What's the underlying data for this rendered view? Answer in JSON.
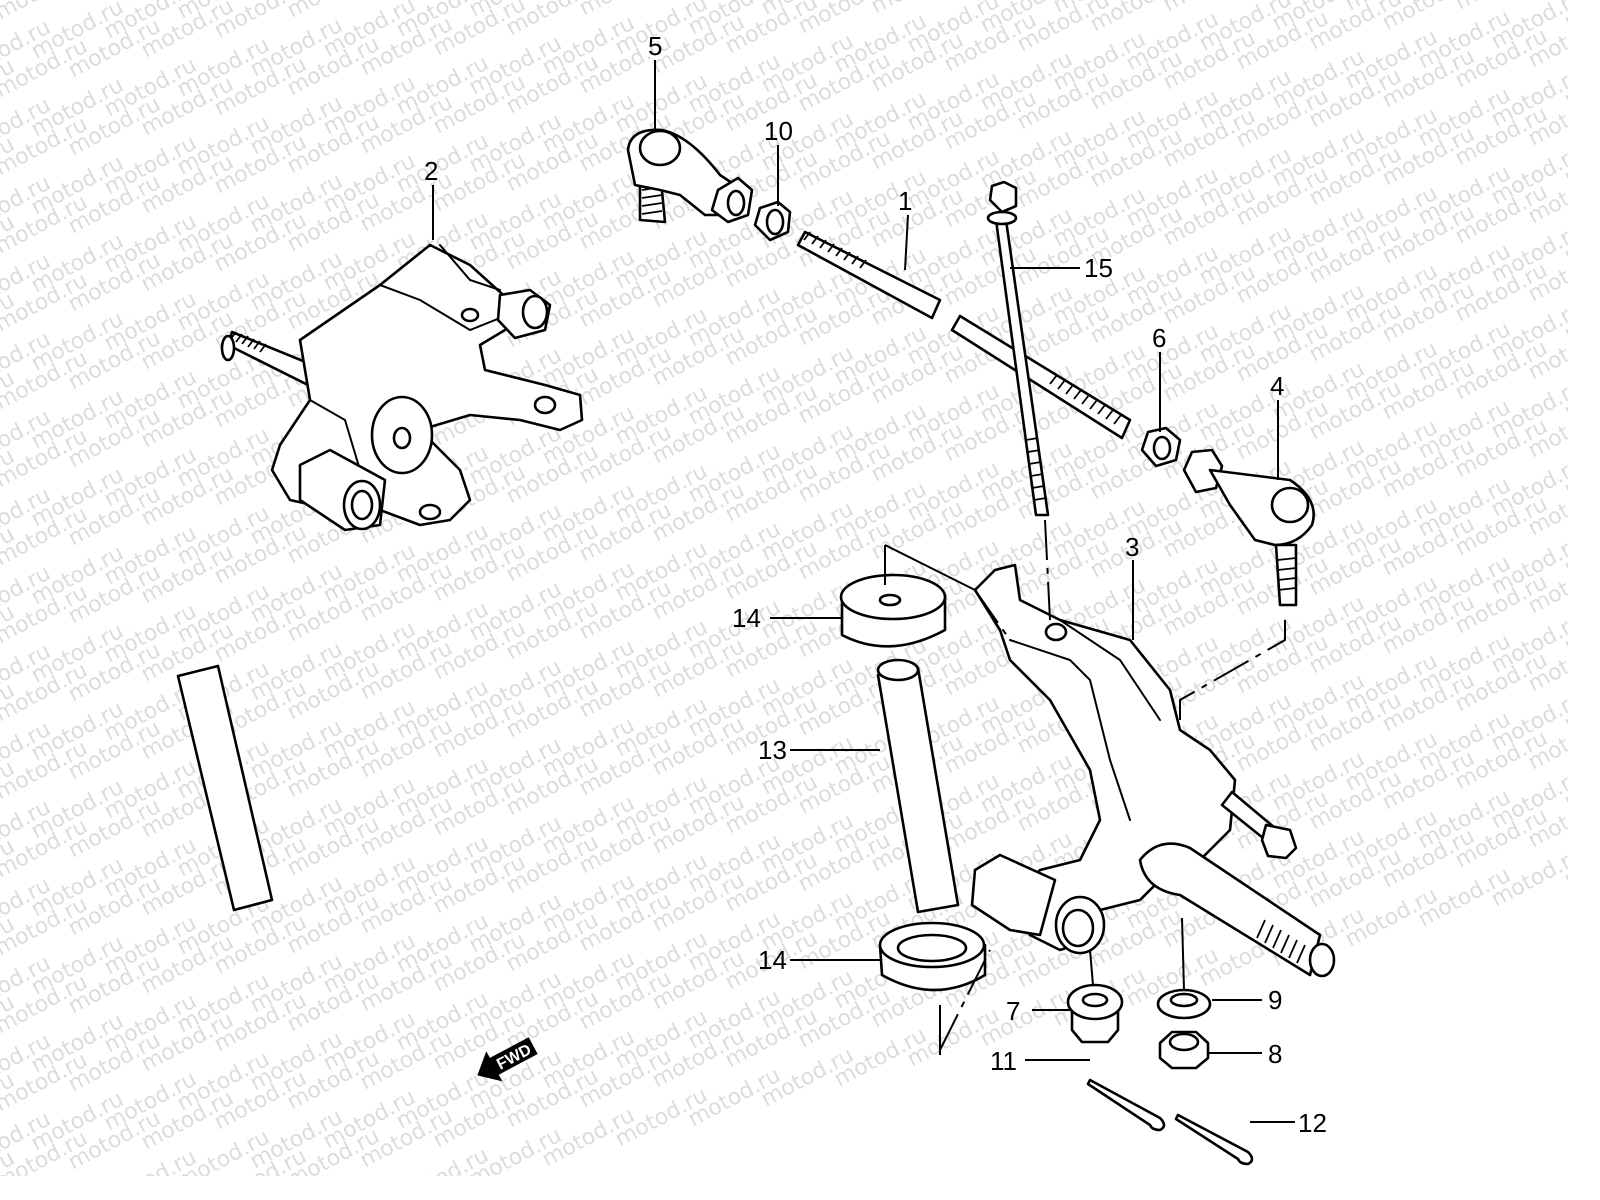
{
  "diagram": {
    "watermark_text": "motod.ru",
    "direction_indicator": "FWD",
    "callouts": [
      {
        "number": "1",
        "part": "tie-rod"
      },
      {
        "number": "2",
        "part": "steering-knuckle-left"
      },
      {
        "number": "3",
        "part": "steering-knuckle-right"
      },
      {
        "number": "4",
        "part": "tie-rod-end-right"
      },
      {
        "number": "5",
        "part": "tie-rod-end-left"
      },
      {
        "number": "6",
        "part": "lock-nut-right"
      },
      {
        "number": "7",
        "part": "flange-nut"
      },
      {
        "number": "8",
        "part": "castle-nut"
      },
      {
        "number": "9",
        "part": "washer"
      },
      {
        "number": "10",
        "part": "lock-nut-left"
      },
      {
        "number": "11",
        "part": "cotter-pin-a"
      },
      {
        "number": "12",
        "part": "cotter-pin-b"
      },
      {
        "number": "13",
        "part": "king-pin-sleeve"
      },
      {
        "number": "14",
        "part": "dust-seal-top"
      },
      {
        "number": "14b",
        "part": "dust-seal-bottom"
      },
      {
        "number": "15",
        "part": "bolt"
      }
    ],
    "labels": {
      "c1": "1",
      "c2": "2",
      "c3": "3",
      "c4": "4",
      "c5": "5",
      "c6": "6",
      "c7": "7",
      "c8": "8",
      "c9": "9",
      "c10": "10",
      "c11": "11",
      "c12": "12",
      "c13": "13",
      "c14a": "14",
      "c14b": "14",
      "c15": "15"
    }
  }
}
